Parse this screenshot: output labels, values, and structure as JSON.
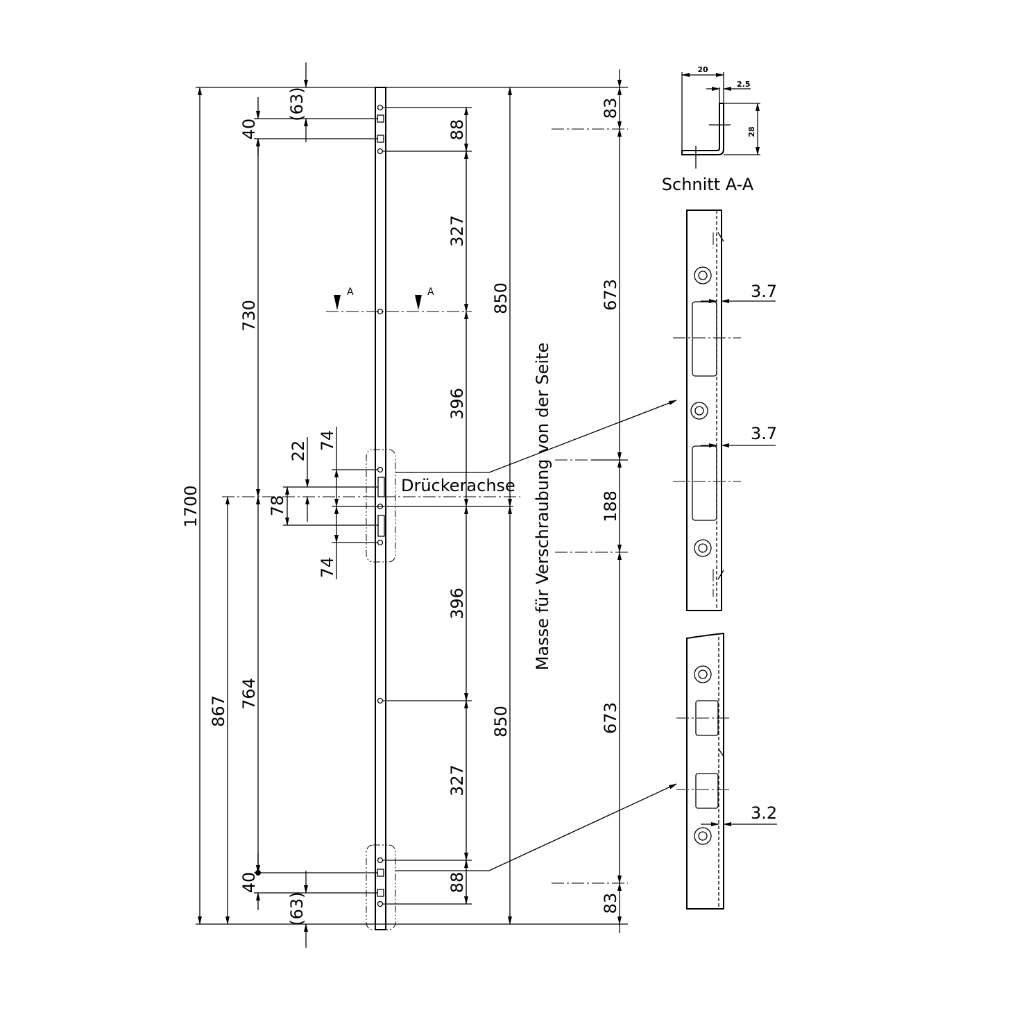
{
  "drawing": {
    "overall_length": "1700",
    "left_dims": {
      "d867": "867",
      "d730": "730",
      "d764": "764",
      "d40_top": "40",
      "d63_top": "(63)",
      "d40_bottom": "40",
      "d63_bottom": "(63)"
    },
    "middle_dims": {
      "d74_top": "74",
      "d22": "22",
      "d78": "78",
      "d74_bottom": "74"
    },
    "right_dims": {
      "d88_top": "88",
      "d327_top": "327",
      "d396_top": "396",
      "d396_bottom": "396",
      "d327_bottom": "327",
      "d88_bottom": "88",
      "d850_top": "850",
      "d850_bottom": "850"
    },
    "far_right_dims": {
      "d83_top": "83",
      "d673_top": "673",
      "d188": "188",
      "d673_bottom": "673",
      "d83_bottom": "83"
    },
    "section_marker": "A",
    "handle_axis_label": "Drückerachse",
    "side_note": "Masse für Verschraubung von der Seite",
    "section": {
      "title": "Schnitt A-A",
      "width": "20",
      "thickness": "2.5",
      "height": "28"
    },
    "detail_dims": {
      "gap1": "3.7",
      "gap2": "3.7",
      "gap3": "3.2"
    }
  }
}
